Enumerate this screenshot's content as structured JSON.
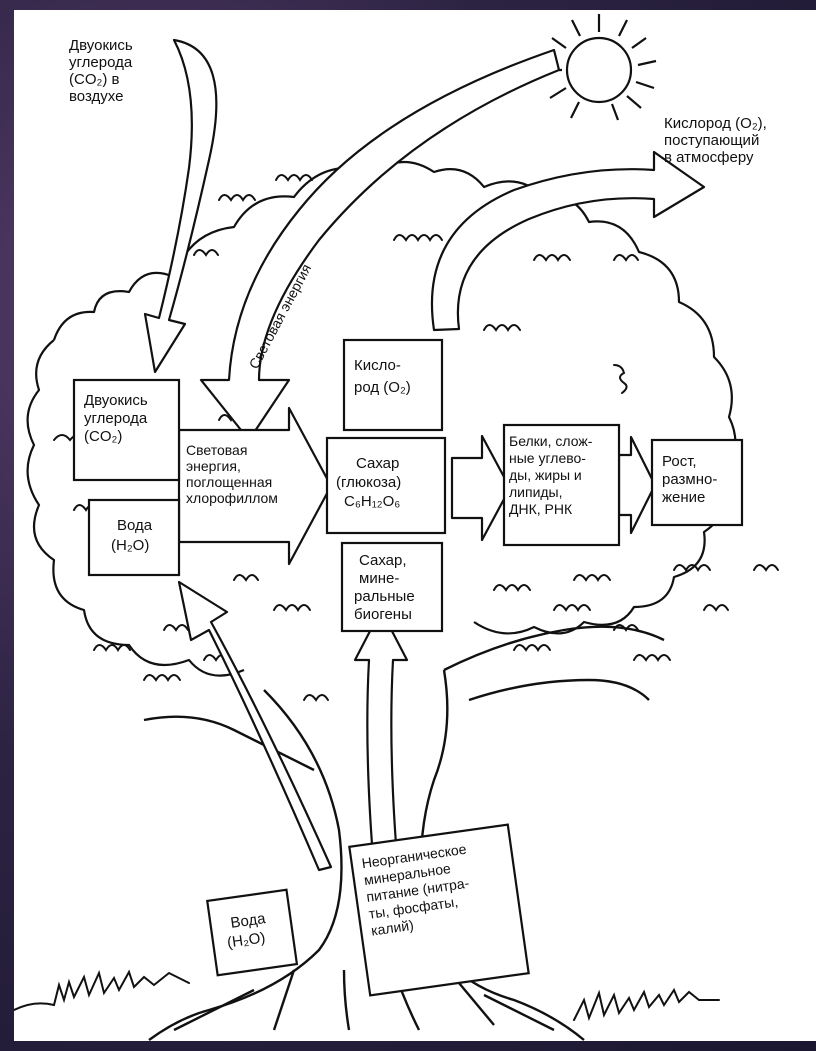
{
  "labels": {
    "co2_air": [
      "Двуокись",
      "углерода",
      "(CO₂) в",
      "воздухе"
    ],
    "oxygen_atm": [
      "Кислород  (O₂),",
      "поступающий",
      "в атмосферу"
    ],
    "light_energy_arrow": "Световая   энергия",
    "oxygen_box": [
      "Кисло-",
      "род (O₂)"
    ],
    "co2_box": [
      "Двуокись",
      "углерода",
      "(CO₂)"
    ],
    "water_box": [
      "Вода",
      "(H₂O)"
    ],
    "absorbed_light": [
      "Световая",
      "энергия,",
      "поглощенная",
      "хлорофиллом"
    ],
    "sugar_glucose": [
      "Сахар",
      "(глюкоза)",
      "C₆H₁₂O₆"
    ],
    "products": [
      "Белки, слож-",
      "ные углево-",
      "ды, жиры и",
      "липиды,",
      "ДНК, РНК"
    ],
    "growth": [
      "Рост,",
      "размно-",
      "жение"
    ],
    "sugar_minerals": [
      "Сахар,",
      "мине-",
      "ральные",
      "биогены"
    ],
    "water_roots": [
      "Вода",
      "(H₂O)"
    ],
    "inorganic": [
      "Неорганическое",
      "минеральное",
      "питание (нитра-",
      "ты, фосфаты,",
      "калий)"
    ]
  }
}
